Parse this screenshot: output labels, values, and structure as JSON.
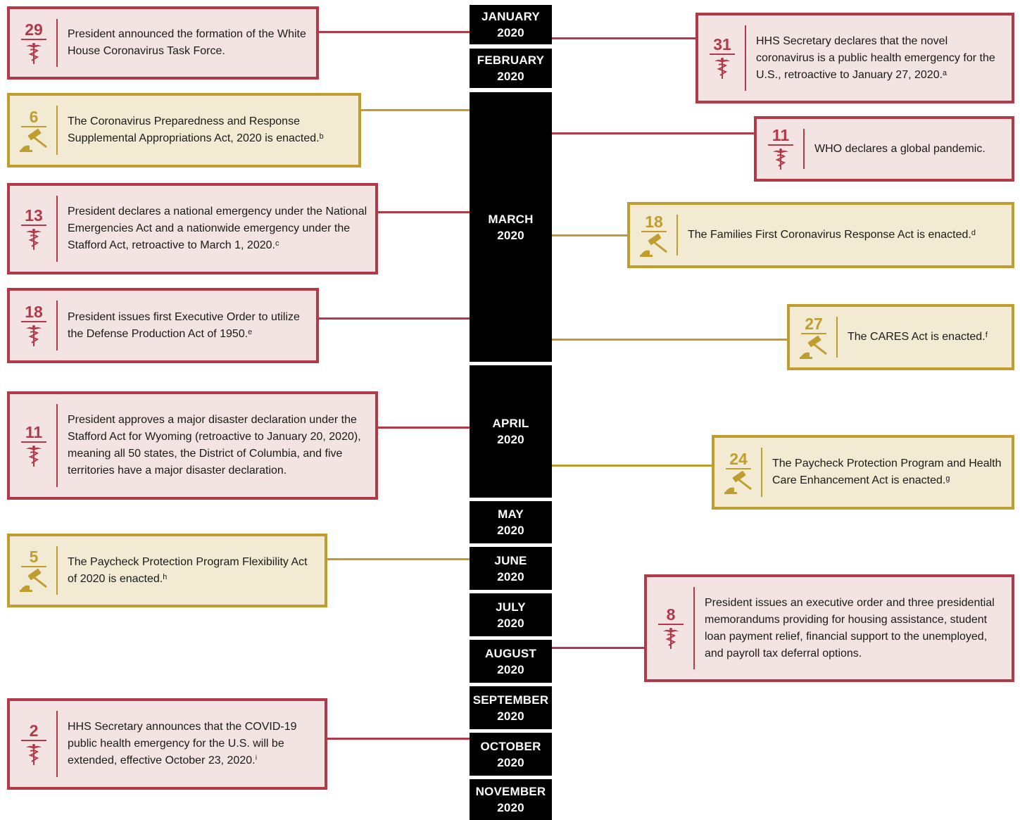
{
  "colors": {
    "health": "#b23a48",
    "legislation": "#bf9d2e",
    "month_bar": "#000000"
  },
  "months": [
    {
      "name": "JANUARY",
      "year": "2020"
    },
    {
      "name": "FEBRUARY",
      "year": "2020"
    },
    {
      "name": "MARCH",
      "year": "2020"
    },
    {
      "name": "APRIL",
      "year": "2020"
    },
    {
      "name": "MAY",
      "year": "2020"
    },
    {
      "name": "JUNE",
      "year": "2020"
    },
    {
      "name": "JULY",
      "year": "2020"
    },
    {
      "name": "AUGUST",
      "year": "2020"
    },
    {
      "name": "SEPTEMBER",
      "year": "2020"
    },
    {
      "name": "OCTOBER",
      "year": "2020"
    },
    {
      "name": "NOVEMBER",
      "year": "2020"
    }
  ],
  "events": [
    {
      "day": "29",
      "type": "health",
      "icon": "caduceus-icon",
      "text": "President announced the formation of the White House Coronavirus Task Force."
    },
    {
      "day": "31",
      "type": "health",
      "icon": "caduceus-icon",
      "text": "HHS Secretary declares that the novel coronavirus is a public health emergency for the U.S., retroactive to January 27, 2020.ᵃ"
    },
    {
      "day": "6",
      "type": "legislation",
      "icon": "gavel-icon",
      "text": "The Coronavirus Preparedness and Response Supplemental Appropriations Act, 2020 is enacted.ᵇ"
    },
    {
      "day": "11",
      "type": "health",
      "icon": "caduceus-icon",
      "text": "WHO declares a global pandemic."
    },
    {
      "day": "13",
      "type": "health",
      "icon": "caduceus-icon",
      "text": "President declares a national emergency under the National Emergencies Act and a nationwide emergency under the Stafford Act, retroactive to March 1, 2020.ᶜ"
    },
    {
      "day": "18",
      "type": "legislation",
      "icon": "gavel-icon",
      "text": "The Families First Coronavirus Response Act is enacted.ᵈ"
    },
    {
      "day": "18",
      "type": "health",
      "icon": "caduceus-icon",
      "text": "President issues first Executive Order to utilize the Defense Production Act of 1950.ᵉ"
    },
    {
      "day": "27",
      "type": "legislation",
      "icon": "gavel-icon",
      "text": "The CARES Act is enacted.ᶠ"
    },
    {
      "day": "11",
      "type": "health",
      "icon": "caduceus-icon",
      "text": "President approves a major disaster declaration under the Stafford Act for Wyoming (retroactive to January 20, 2020), meaning all 50 states, the District of Columbia, and five territories have a major disaster declaration."
    },
    {
      "day": "24",
      "type": "legislation",
      "icon": "gavel-icon",
      "text": "The Paycheck Protection Program and Health Care Enhancement Act is enacted.ᵍ"
    },
    {
      "day": "5",
      "type": "legislation",
      "icon": "gavel-icon",
      "text": "The Paycheck Protection Program Flexibility Act of 2020 is enacted.ʰ"
    },
    {
      "day": "8",
      "type": "health",
      "icon": "caduceus-icon",
      "text": "President issues an executive order and three presidential memorandums providing for housing assistance, student loan payment relief, financial support to the unemployed, and payroll tax deferral options."
    },
    {
      "day": "2",
      "type": "health",
      "icon": "caduceus-icon",
      "text": "HHS Secretary announces that the COVID-19 public health emergency for the U.S. will be extended, effective October 23, 2020.ⁱ"
    }
  ]
}
